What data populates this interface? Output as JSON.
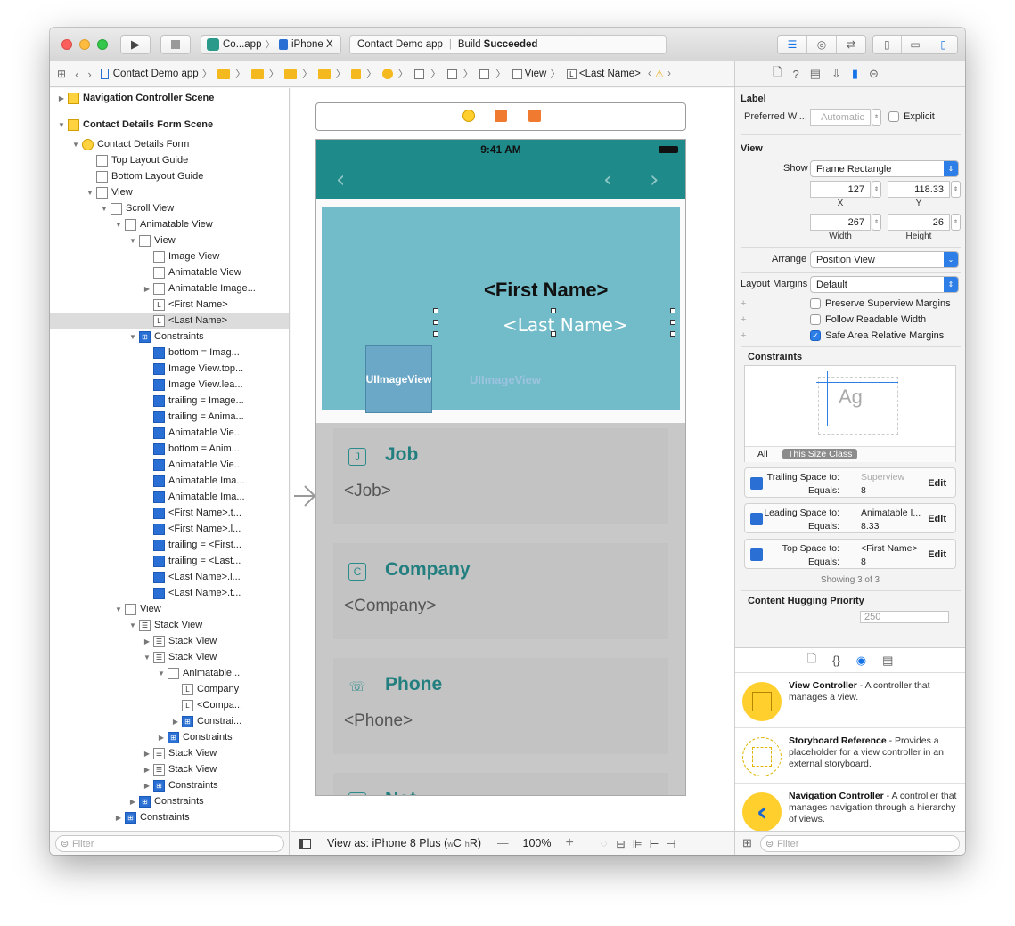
{
  "toolbar": {
    "scheme_app": "Co...app",
    "scheme_device": "iPhone X",
    "activity_project": "Contact Demo app",
    "activity_build": "Build",
    "activity_status": "Succeeded"
  },
  "jumpbar": {
    "project": "Contact Demo app",
    "view": "View",
    "label": "<Last Name>"
  },
  "outline": {
    "rows": [
      {
        "label": "Navigation Controller Scene"
      },
      {
        "label": "Contact Details Form Scene"
      },
      {
        "label": "Contact Details Form"
      },
      {
        "label": "Top Layout Guide"
      },
      {
        "label": "Bottom Layout Guide"
      },
      {
        "label": "View"
      },
      {
        "label": "Scroll View"
      },
      {
        "label": "Animatable View"
      },
      {
        "label": "View"
      },
      {
        "label": "Image View"
      },
      {
        "label": "Animatable View"
      },
      {
        "label": "Animatable Image..."
      },
      {
        "label": "<First Name>"
      },
      {
        "label": "<Last Name>"
      },
      {
        "label": "Constraints"
      },
      {
        "label": "bottom = Imag..."
      },
      {
        "label": "Image View.top..."
      },
      {
        "label": "Image View.lea..."
      },
      {
        "label": "trailing = Image..."
      },
      {
        "label": "trailing = Anima..."
      },
      {
        "label": "Animatable Vie..."
      },
      {
        "label": "bottom = Anim..."
      },
      {
        "label": "Animatable Vie..."
      },
      {
        "label": "Animatable Ima..."
      },
      {
        "label": "Animatable Ima..."
      },
      {
        "label": "<First Name>.t..."
      },
      {
        "label": "<First Name>.l..."
      },
      {
        "label": "trailing = <First..."
      },
      {
        "label": "trailing = <Last..."
      },
      {
        "label": "<Last Name>.l..."
      },
      {
        "label": "<Last Name>.t..."
      },
      {
        "label": "View"
      },
      {
        "label": "Stack View"
      },
      {
        "label": "Stack View"
      },
      {
        "label": "Stack View"
      },
      {
        "label": "Animatable..."
      },
      {
        "label": "Company"
      },
      {
        "label": "<Compa..."
      },
      {
        "label": "Constrai..."
      },
      {
        "label": "Constraints"
      },
      {
        "label": "Stack View"
      },
      {
        "label": "Stack View"
      },
      {
        "label": "Constraints"
      },
      {
        "label": "Constraints"
      },
      {
        "label": "Constraints"
      }
    ],
    "filter_placeholder": "Filter"
  },
  "device": {
    "time": "9:41 AM",
    "first_name": "<First Name>",
    "last_name": "<Last Name>",
    "image_view_label": "UIImageView",
    "ghost_label": "UIImageView",
    "cards": [
      {
        "icon": "J",
        "title": "Job",
        "value": "<Job>"
      },
      {
        "icon": "C",
        "title": "Company",
        "value": "<Company>"
      },
      {
        "icon": "☏",
        "title": "Phone",
        "value": "<Phone>"
      },
      {
        "icon": "N",
        "title": "Not",
        "value": ""
      }
    ]
  },
  "canvas_bottom": {
    "view_as": "View as: iPhone 8 Plus (",
    "size_w": "w",
    "size_c": "C",
    "size_h": "h",
    "size_r": "R)",
    "zoom": "100%",
    "minus": "—",
    "plus": "+"
  },
  "inspector": {
    "label_section": "Label",
    "preferred_width_label": "Preferred Wi...",
    "preferred_width_value": "Automatic",
    "explicit_label": "Explicit",
    "view_section": "View",
    "show_label": "Show",
    "show_value": "Frame Rectangle",
    "x_value": "127",
    "y_value": "118.33",
    "x_label": "X",
    "y_label": "Y",
    "width_value": "267",
    "height_value": "26",
    "width_label": "Width",
    "height_label": "Height",
    "arrange_label": "Arrange",
    "arrange_value": "Position View",
    "layout_margins_label": "Layout Margins",
    "layout_margins_value": "Default",
    "preserve_label": "Preserve Superview Margins",
    "readable_label": "Follow Readable Width",
    "safe_area_label": "Safe Area Relative Margins",
    "safe_area_checked": true,
    "constraints_section": "Constraints",
    "ag_text": "Ag",
    "all_label": "All",
    "size_class_label": "This Size Class",
    "constraints": [
      {
        "key1": "Trailing Space to:",
        "val1": "Superview",
        "key2": "Equals:",
        "val2": "8",
        "edit": "Edit"
      },
      {
        "key1": "Leading Space to:",
        "val1": "Animatable I...",
        "key2": "Equals:",
        "val2": "8.33",
        "edit": "Edit"
      },
      {
        "key1": "Top Space to:",
        "val1": "<First Name>",
        "key2": "Equals:",
        "val2": "8",
        "edit": "Edit"
      }
    ],
    "showing": "Showing 3 of 3",
    "hugging_section": "Content Hugging Priority",
    "hugging_partial": "250"
  },
  "library": {
    "items": [
      {
        "name": "View Controller",
        "desc": " - A controller that manages a view."
      },
      {
        "name": "Storyboard Reference",
        "desc": " - Provides a placeholder for a view controller in an external storyboard."
      },
      {
        "name": "Navigation Controller",
        "desc": " - A controller that manages navigation through a hierarchy of views."
      }
    ],
    "filter_placeholder": "Filter"
  }
}
